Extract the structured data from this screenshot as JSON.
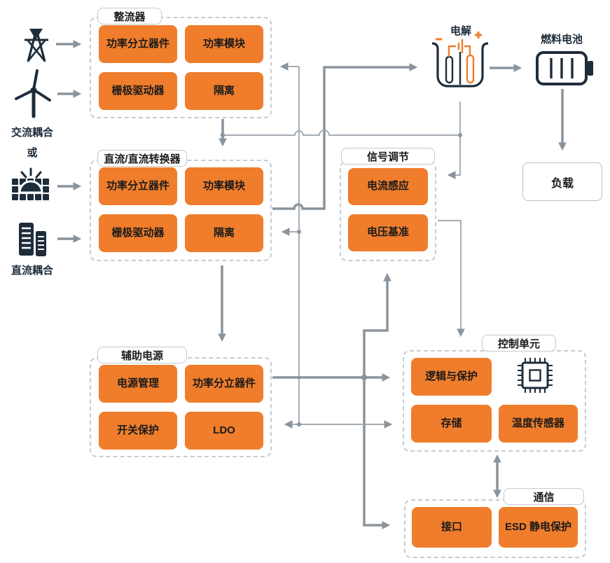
{
  "colors": {
    "block_orange": "#EF7D2B",
    "icon_navy": "#1E2C3A",
    "connector_gray": "#8B949C",
    "thin_connector_gray": "#98A1A9",
    "dashed_border": "#C6CCD6",
    "text_dark": "#1A1A1A"
  },
  "sources": {
    "ac_coupling_label": "交流耦合",
    "or_label": "或",
    "dc_coupling_label": "直流耦合",
    "icons": [
      "transmission-tower",
      "wind-turbine",
      "solar-panel",
      "energy-storage-servers"
    ]
  },
  "groups": {
    "rectifier": {
      "label": "整流器",
      "blocks": [
        "功率分立器件",
        "功率模块",
        "栅极驱动器",
        "隔离"
      ]
    },
    "dcdc": {
      "label": "直流/直流转换器",
      "blocks": [
        "功率分立器件",
        "功率模块",
        "栅极驱动器",
        "隔离"
      ]
    },
    "auxiliary": {
      "label": "辅助电源",
      "blocks": [
        "电源管理",
        "功率分立器件",
        "开关保护",
        "LDO"
      ]
    },
    "signal": {
      "label": "信号调节",
      "blocks": [
        "电流感应",
        "电压基准"
      ]
    },
    "control": {
      "label": "控制单元",
      "blocks": [
        "逻辑与保护",
        "存储",
        "温度传感器"
      ],
      "icon": "microchip"
    },
    "communication": {
      "label": "通信",
      "blocks": [
        "接口",
        "ESD 静电保护"
      ]
    }
  },
  "chain": {
    "electrolysis_label": "电解",
    "fuel_cell_label": "燃料电池",
    "load_label": "负载"
  }
}
